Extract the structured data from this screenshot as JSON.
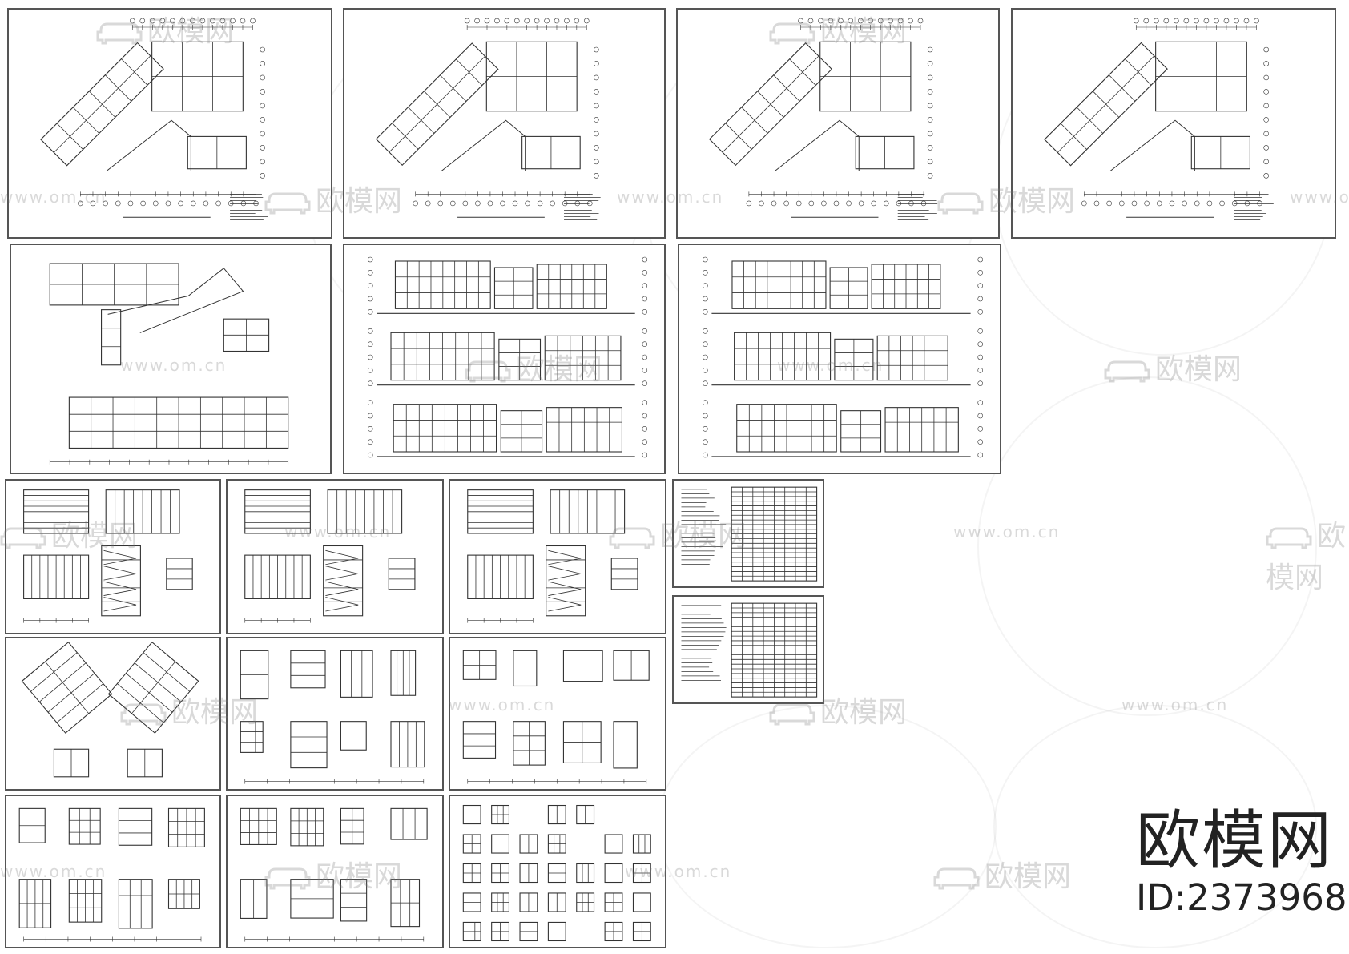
{
  "brand": "欧模网",
  "id_label": "ID:2373968",
  "watermark": {
    "logo_text": "欧模网",
    "url_text": "www.om.cn",
    "icon": "sofa-icon"
  },
  "colors": {
    "line": "#333333",
    "frame": "#555555",
    "watermark": "#9a9a9a",
    "background": "#ffffff"
  },
  "sheets": [
    {
      "kind": "plan"
    },
    {
      "kind": "plan"
    },
    {
      "kind": "plan"
    },
    {
      "kind": "plan"
    },
    {
      "kind": "plan-detail"
    },
    {
      "kind": "elevation"
    },
    {
      "kind": "section"
    },
    {
      "kind": "stair"
    },
    {
      "kind": "stair"
    },
    {
      "kind": "stair"
    },
    {
      "kind": "table"
    },
    {
      "kind": "table"
    },
    {
      "kind": "toilet"
    },
    {
      "kind": "details"
    },
    {
      "kind": "details"
    },
    {
      "kind": "details"
    },
    {
      "kind": "details"
    },
    {
      "kind": "windows"
    }
  ]
}
